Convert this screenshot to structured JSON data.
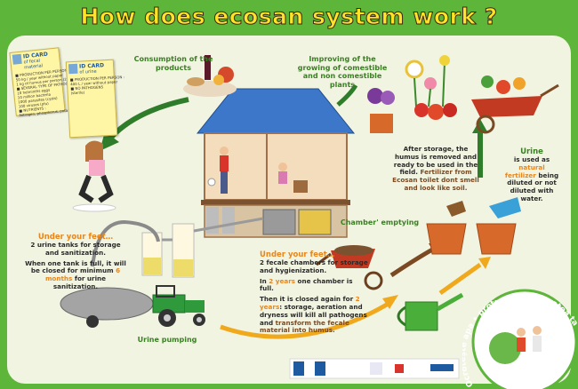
{
  "title": "How does ecosan system work ?",
  "labels": {
    "consumption": "Consumption of the products",
    "improving": "Improving of the growing of comestible and non comestible plants",
    "chamber_emptying": "Chamber' emptying",
    "urine_pumping": "Urine pumping"
  },
  "text_urine_tanks": {
    "lead": "Under your feet…",
    "line1": "2 urine tanks for storage and sanitization.",
    "line2a": "When one tank is full, it will be closed for minimum ",
    "highlight": "6 months",
    "line2b": " for urine sanitization."
  },
  "text_fecal": {
    "lead": "Under your feet…",
    "line1": "2 fecale chambers for storage and hygienization.",
    "line2a": "In ",
    "highlight1": "2 years",
    "line2b": " one chamber is full.",
    "line3a": "Then it is closed again for ",
    "highlight2": "2 years",
    "line3b": ": storage, aeration and dryness will kill all pathogens and ",
    "highlight3": "transform the fecale material into humus."
  },
  "text_humus": {
    "line1": "After storage, the humus is removed and ready to be used in the field. ",
    "highlight": "Fertilizer from Ecosan toilet dont smell and look like soil."
  },
  "text_urine_fert": {
    "head": "Urine",
    "a": "is used as ",
    "highlight": "natural fertilizer",
    "b": " being diluted or not diluted with water."
  },
  "card_fecal": {
    "head": "ID CARD",
    "sub": "of fecal material",
    "lines": [
      "■ PRODUCTION PER PERSON :",
      "50 kg / year without paper",
      "1 kg of humus per person (20%)",
      "■ SEVERAL TYPE OF PATHOGENS :",
      "10 helminths eggs",
      "10 million bacteria",
      "1000 parasites (cysts)",
      "100 viruses (pfu)",
      "■ NUTRIENTS :",
      "Nitrogen, phosphorus, potassium"
    ]
  },
  "card_urine": {
    "head": "ID CARD",
    "sub": "of urine",
    "lines": [
      "■ PRODUCTION PER PERSON :",
      "400 L / year without paper",
      "",
      "■ NO PATHOGENS",
      "(sterile)"
    ]
  },
  "slogan": "Ocrotește apa • proteșește sănătatea ta"
}
